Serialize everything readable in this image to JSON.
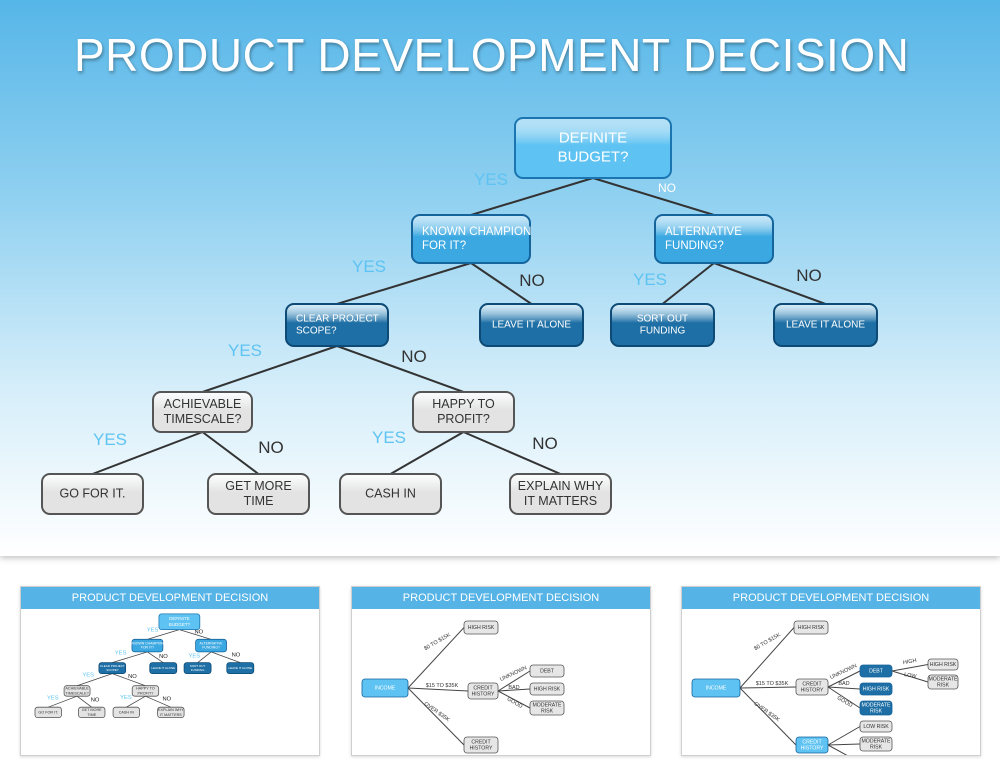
{
  "main": {
    "title": "PRODUCT DEVELOPMENT DECISION",
    "nodes": [
      {
        "id": "definite-budget",
        "lines": [
          "DEFINITE",
          "BUDGET?"
        ],
        "style": "light"
      },
      {
        "id": "known-champion",
        "lines": [
          "KNOWN CHAMPION",
          "FOR IT?"
        ],
        "style": "mid"
      },
      {
        "id": "alternative-funding",
        "lines": [
          "ALTERNATIVE",
          "FUNDING?"
        ],
        "style": "mid"
      },
      {
        "id": "clear-project-scope",
        "lines": [
          "CLEAR PROJECT",
          "SCOPE?"
        ],
        "style": "dark"
      },
      {
        "id": "leave-it-alone-1",
        "lines": [
          "LEAVE IT ALONE"
        ],
        "style": "dark"
      },
      {
        "id": "sort-out-funding",
        "lines": [
          "SORT OUT",
          "FUNDING"
        ],
        "style": "dark"
      },
      {
        "id": "leave-it-alone-2",
        "lines": [
          "LEAVE IT ALONE"
        ],
        "style": "dark"
      },
      {
        "id": "achievable-timescale",
        "lines": [
          "ACHIEVABLE",
          "TIMESCALE?"
        ],
        "style": "gray"
      },
      {
        "id": "happy-to-profit",
        "lines": [
          "HAPPY TO",
          "PROFIT?"
        ],
        "style": "gray"
      },
      {
        "id": "go-for-it",
        "lines": [
          "GO FOR IT."
        ],
        "style": "gray"
      },
      {
        "id": "get-more-time",
        "lines": [
          "GET MORE",
          "TIME"
        ],
        "style": "gray"
      },
      {
        "id": "cash-in",
        "lines": [
          "CASH IN"
        ],
        "style": "gray"
      },
      {
        "id": "explain-why",
        "lines": [
          "EXPLAIN WHY",
          "IT MATTERS"
        ],
        "style": "gray"
      }
    ],
    "edges": [
      {
        "from": "definite-budget",
        "to": "known-champion",
        "label": "YES",
        "kind": "yes"
      },
      {
        "from": "definite-budget",
        "to": "alternative-funding",
        "label": "NO",
        "kind": "no-light"
      },
      {
        "from": "known-champion",
        "to": "clear-project-scope",
        "label": "YES",
        "kind": "yes"
      },
      {
        "from": "known-champion",
        "to": "leave-it-alone-1",
        "label": "NO",
        "kind": "no"
      },
      {
        "from": "alternative-funding",
        "to": "sort-out-funding",
        "label": "YES",
        "kind": "yes"
      },
      {
        "from": "alternative-funding",
        "to": "leave-it-alone-2",
        "label": "NO",
        "kind": "no"
      },
      {
        "from": "clear-project-scope",
        "to": "achievable-timescale",
        "label": "YES",
        "kind": "yes"
      },
      {
        "from": "clear-project-scope",
        "to": "happy-to-profit",
        "label": "NO",
        "kind": "no"
      },
      {
        "from": "achievable-timescale",
        "to": "go-for-it",
        "label": "YES",
        "kind": "yes"
      },
      {
        "from": "achievable-timescale",
        "to": "get-more-time",
        "label": "NO",
        "kind": "no"
      },
      {
        "from": "happy-to-profit",
        "to": "cash-in",
        "label": "YES",
        "kind": "yes"
      },
      {
        "from": "happy-to-profit",
        "to": "explain-why",
        "label": "NO",
        "kind": "no"
      }
    ]
  },
  "thumbnails": [
    {
      "title": "PRODUCT DEVELOPMENT DECISION"
    },
    {
      "title": "PRODUCT DEVELOPMENT DECISION",
      "nodes": [
        {
          "id": "t2-income",
          "lines": [
            "INCOME"
          ]
        },
        {
          "id": "t2-high-risk",
          "lines": [
            "HIGH RISK"
          ]
        },
        {
          "id": "t2-credit-history",
          "lines": [
            "CREDIT",
            "HISTORY"
          ]
        },
        {
          "id": "t2-credit-history-b",
          "lines": [
            "CREDIT",
            "HISTORY"
          ]
        },
        {
          "id": "t2-debt",
          "lines": [
            "DEBT"
          ]
        },
        {
          "id": "t2-high-risk-b",
          "lines": [
            "HIGH RISK"
          ]
        },
        {
          "id": "t2-moderate-risk",
          "lines": [
            "MODERATE",
            "RISK"
          ]
        }
      ],
      "edge_labels": [
        "$0 TO $15K",
        "$15 TO $35K",
        "OVER $35K",
        "UNKNOWN",
        "BAD",
        "GOOD"
      ]
    },
    {
      "title": "PRODUCT DEVELOPMENT DECISION",
      "nodes": [
        {
          "id": "t3-income",
          "lines": [
            "INCOME"
          ]
        },
        {
          "id": "t3-high-risk",
          "lines": [
            "HIGH RISK"
          ]
        },
        {
          "id": "t3-credit-history",
          "lines": [
            "CREDIT",
            "HISTORY"
          ]
        },
        {
          "id": "t3-credit-history-b",
          "lines": [
            "CREDIT",
            "HISTORY"
          ]
        },
        {
          "id": "t3-debt",
          "lines": [
            "DEBT"
          ]
        },
        {
          "id": "t3-high-risk-b",
          "lines": [
            "HIGH RISK"
          ]
        },
        {
          "id": "t3-moderate-risk",
          "lines": [
            "MODERATE",
            "RISK"
          ]
        },
        {
          "id": "t3-high-risk-c",
          "lines": [
            "HIGH RISK"
          ]
        },
        {
          "id": "t3-moderate-risk-c",
          "lines": [
            "MODERATE",
            "RISK"
          ]
        },
        {
          "id": "t3-low-risk",
          "lines": [
            "LOW RISK"
          ]
        },
        {
          "id": "t3-moderate-risk-d",
          "lines": [
            "MODERATE",
            "RISK"
          ]
        },
        {
          "id": "t3-low-risk-b",
          "lines": [
            "LOW RISK"
          ]
        }
      ],
      "edge_labels": [
        "$0 TO $15K",
        "$15 TO $35K",
        "OVER $35K",
        "HIGH",
        "LOW",
        "BAD",
        "GOOD",
        "UNKNOWN"
      ]
    }
  ],
  "colors": {
    "light_fill": "#5ec3f2",
    "light_stroke": "#1b75b0",
    "mid_fill": "#3ba8e2",
    "mid_stroke": "#16649c",
    "dark_fill": "#1d6fa5",
    "dark_stroke": "#0d4a75",
    "gray_fill": "#e3e3e3",
    "gray_stroke": "#555555",
    "yes_text": "#5ec3f2",
    "no_text": "#333333",
    "no_light_text": "#ffffff",
    "edge_line": "#333333"
  }
}
